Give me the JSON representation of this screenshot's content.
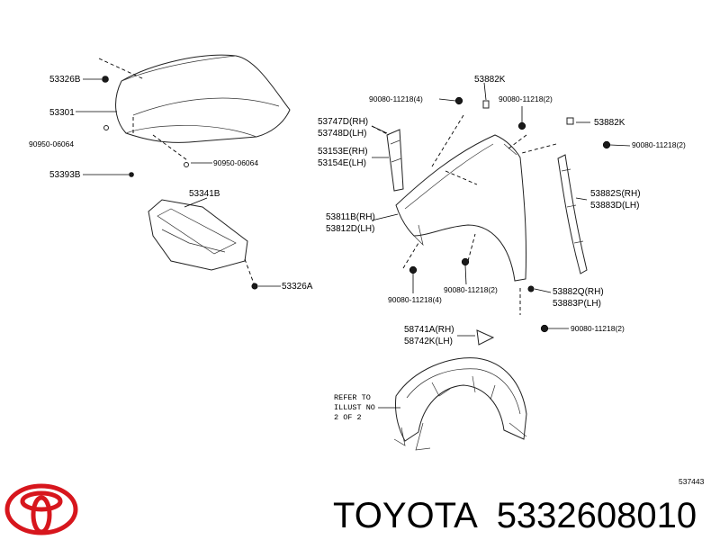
{
  "diagram": {
    "code": "537443",
    "brand": "TOYOTA",
    "part_number": "5332608010",
    "logo": "toyota-logo",
    "labels": {
      "l_53326B": "53326B",
      "l_53301": "53301",
      "l_90950_a": "90950-06064",
      "l_53393B": "53393B",
      "l_90950_b": "90950-06064",
      "l_53341B": "53341B",
      "l_53326A": "53326A",
      "l_53882K_a": "53882K",
      "l_90080_t1": "90080-11218(4)",
      "l_90080_t2": "90080-11218(2)",
      "l_53747D": "53747D(RH)",
      "l_53748D": "53748D(LH)",
      "l_53882K_b": "53882K",
      "l_90080_r1": "90080-11218(2)",
      "l_53153E": "53153E(RH)",
      "l_53154E": "53154E(LH)",
      "l_53882S": "53882S(RH)",
      "l_53883D": "53883D(LH)",
      "l_53811B": "53811B(RH)",
      "l_53812D": "53812D(LH)",
      "l_90080_b1": "90080-11218(4)",
      "l_90080_b2": "90080-11218(2)",
      "l_53882Q": "53882Q(RH)",
      "l_53883P": "53883P(LH)",
      "l_90080_b3": "90080-11218(2)",
      "l_58741A": "58741A(RH)",
      "l_58742K": "58742K(LH)",
      "refer_1": "REFER TO",
      "refer_2": "ILLUST NO",
      "refer_3": "2 OF 2"
    }
  }
}
